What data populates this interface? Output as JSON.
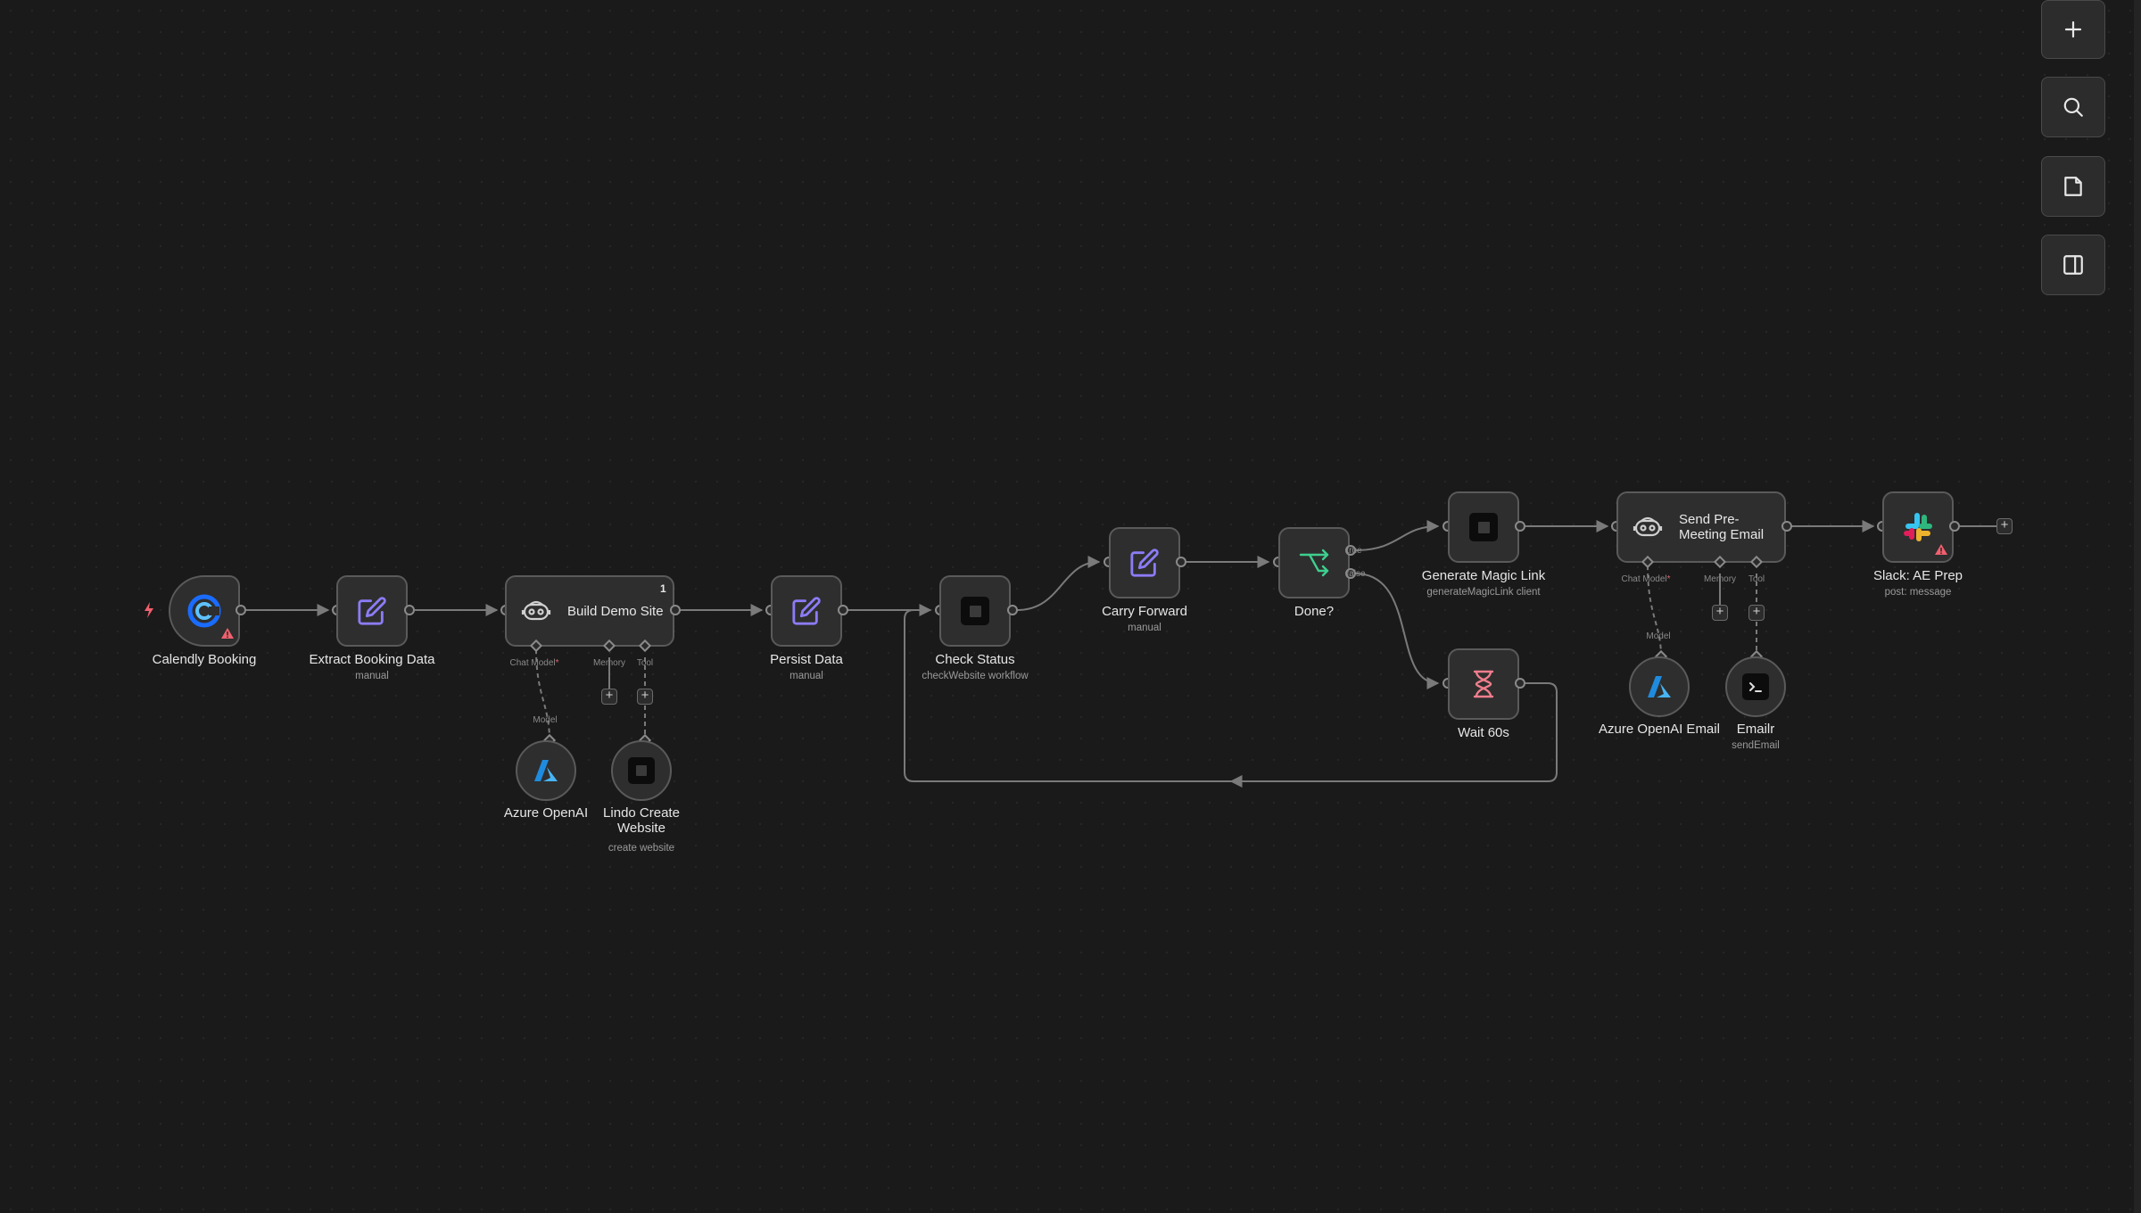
{
  "nodes": {
    "calendly": {
      "label": "Calendly Booking"
    },
    "extract": {
      "label": "Extract Booking Data",
      "sub": "manual"
    },
    "build": {
      "label": "Build Demo Site",
      "badge": "1",
      "chat_model": "Chat Model",
      "required_mark": "*",
      "memory": "Memory",
      "tool": "Tool"
    },
    "azure1": {
      "label": "Azure OpenAI",
      "conn": "Model"
    },
    "lindo": {
      "label_line1": "Lindo Create",
      "label_line2": "Website",
      "sub": "create website"
    },
    "persist": {
      "label": "Persist Data",
      "sub": "manual"
    },
    "check": {
      "label": "Check Status",
      "sub": "checkWebsite workflow"
    },
    "carry": {
      "label": "Carry Forward",
      "sub": "manual"
    },
    "done": {
      "label": "Done?",
      "true_label": "true",
      "false_label": "false"
    },
    "magic": {
      "label": "Generate Magic Link",
      "sub": "generateMagicLink client"
    },
    "wait": {
      "label": "Wait 60s"
    },
    "send": {
      "label_line1": "Send Pre-",
      "label_line2": "Meeting Email",
      "chat_model": "Chat Model",
      "required_mark": "*",
      "memory": "Memory",
      "tool": "Tool"
    },
    "azure2": {
      "label": "Azure OpenAI Email",
      "conn": "Model"
    },
    "emailr": {
      "label": "Emailr",
      "sub": "sendEmail"
    },
    "slack": {
      "label": "Slack: AE Prep",
      "sub": "post: message"
    }
  },
  "plus_symbol": "+",
  "toolbar": [
    {
      "name": "add-node-button",
      "icon": "plus-icon"
    },
    {
      "name": "search-button",
      "icon": "search-icon"
    },
    {
      "name": "sticky-note-button",
      "icon": "sticky-note-icon"
    },
    {
      "name": "toggle-panel-button",
      "icon": "panel-icon"
    }
  ],
  "colors": {
    "canvas": "#1a1a1a",
    "node_fill": "#2e2e2e",
    "node_border": "#5a5a5a",
    "edge": "#7a7a7a",
    "edit_icon": "#8b7cf6",
    "switch_icon": "#3ecf8e",
    "wait_icon": "#f07e8c",
    "warning": "#f0606e",
    "calendly": "#1a6cff",
    "azure": "#1f8bde"
  }
}
